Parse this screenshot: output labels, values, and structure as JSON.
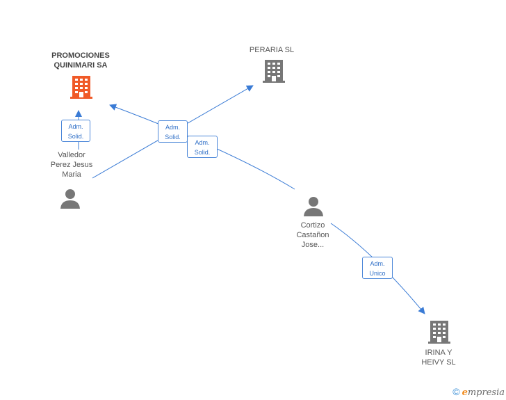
{
  "nodes": {
    "promociones": {
      "line1": "PROMOCIONES",
      "line2": "QUINIMARI SA",
      "color": "#f05a28"
    },
    "peraria": {
      "line1": "PERARIA SL",
      "color": "#777777"
    },
    "valledor": {
      "line1": "Valledor",
      "line2": "Perez Jesus",
      "line3": "Maria"
    },
    "cortizo": {
      "line1": "Cortizo",
      "line2": "Castañon",
      "line3": "Jose..."
    },
    "irina": {
      "line1": "IRINA Y",
      "line2": "HEIVY SL",
      "color": "#777777"
    }
  },
  "edge_labels": {
    "e1": {
      "line1": "Adm.",
      "line2": "Solid."
    },
    "e2": {
      "line1": "Adm.",
      "line2": "Solid."
    },
    "e3": {
      "line1": "Adm.",
      "line2": "Solid."
    },
    "e4": {
      "line1": "Adm.",
      "line2": "Unico"
    }
  },
  "footer": {
    "copyright": "©",
    "brand_e": "e",
    "brand_rest": "mpresia"
  },
  "colors": {
    "edge": "#3a7bd5",
    "person": "#777777"
  }
}
